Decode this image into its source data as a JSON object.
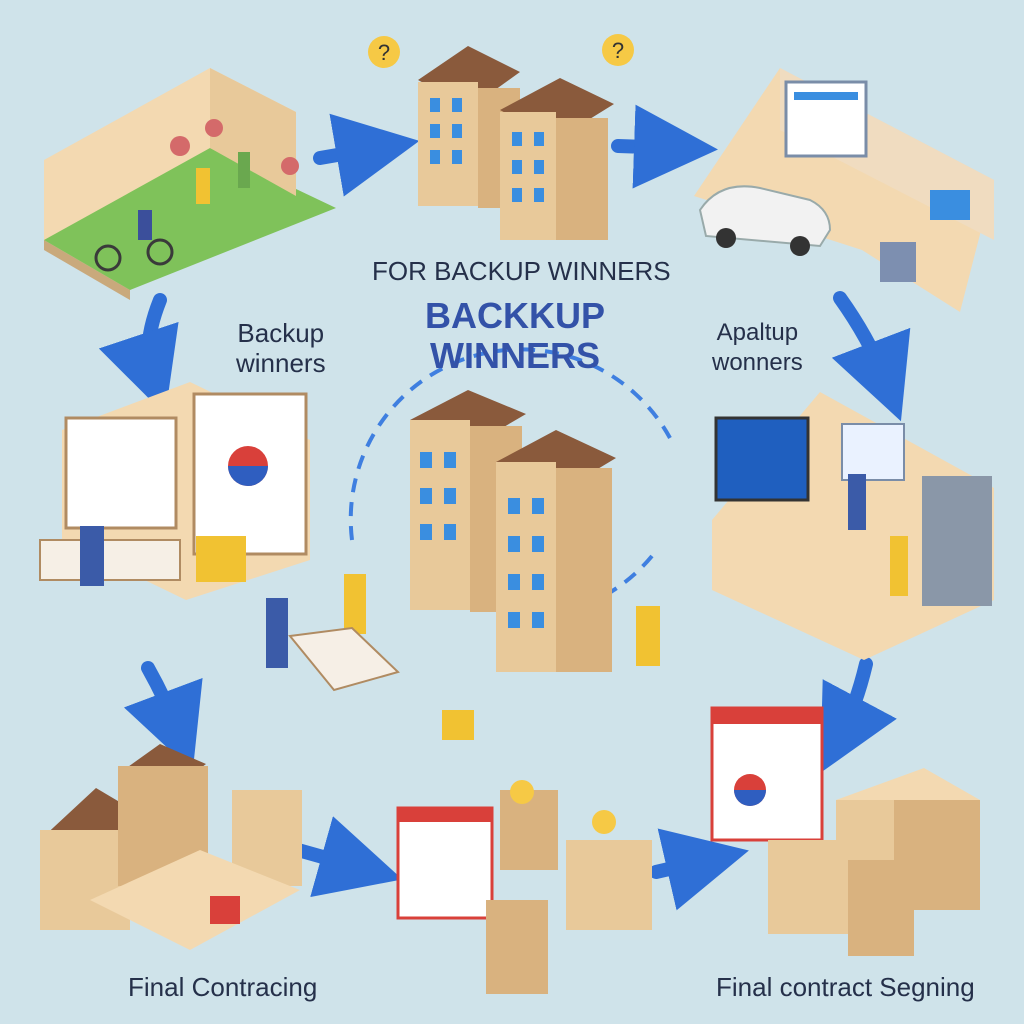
{
  "labels": {
    "top": "FOR BACKUP WINNERS",
    "center_line1": "BACKKUP",
    "center_line2": "WINNERS",
    "left_line1": "Backup",
    "left_line2": "winners",
    "right_line1": "Apaltup",
    "right_line2": "wonners",
    "bottom_left": "Final Contracing",
    "bottom_right": "Final contract Segning"
  },
  "colors": {
    "background": "#cfe3ea",
    "arrow": "#2f6fd6",
    "text": "#25304a",
    "center_text": "#3352a8",
    "building": "#e8c99a",
    "roof": "#8a5a3c",
    "window": "#3a8ee0"
  }
}
